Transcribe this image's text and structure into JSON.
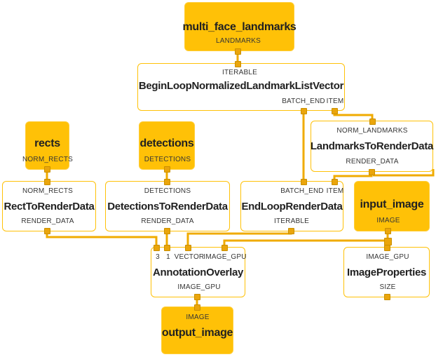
{
  "colors": {
    "node_fill_stream": "#FFC107",
    "node_border": "#FFC107",
    "edge": "#F0AB00",
    "port": "#EAA50B",
    "text": "#212121",
    "background": "#FFFFFF"
  },
  "nodes": {
    "multi_face_landmarks": {
      "title": "multi_face_landmarks",
      "output_ports": [
        "LANDMARKS"
      ]
    },
    "begin_loop": {
      "title": "BeginLoopNormalizedLandmarkListVector",
      "input_ports": [
        "ITERABLE"
      ],
      "output_ports": [
        "BATCH_END",
        "ITEM"
      ]
    },
    "rects": {
      "title": "rects",
      "output_ports": [
        "NORM_RECTS"
      ]
    },
    "detections": {
      "title": "detections",
      "output_ports": [
        "DETECTIONS"
      ]
    },
    "landmarks_to_render_data": {
      "title": "LandmarksToRenderData",
      "input_ports": [
        "NORM_LANDMARKS"
      ],
      "output_ports": [
        "RENDER_DATA"
      ]
    },
    "rect_to_render_data": {
      "title": "RectToRenderData",
      "input_ports": [
        "NORM_RECTS"
      ],
      "output_ports": [
        "RENDER_DATA"
      ]
    },
    "detections_to_render_data": {
      "title": "DetectionsToRenderData",
      "input_ports": [
        "DETECTIONS"
      ],
      "output_ports": [
        "RENDER_DATA"
      ]
    },
    "end_loop_render_data": {
      "title": "EndLoopRenderData",
      "input_ports": [
        "BATCH_END",
        "ITEM"
      ],
      "output_ports": [
        "ITERABLE"
      ]
    },
    "input_image": {
      "title": "input_image",
      "output_ports": [
        "IMAGE"
      ]
    },
    "annotation_overlay": {
      "title": "AnnotationOverlay",
      "input_ports": [
        "3",
        "1",
        "VECTOR",
        "IMAGE_GPU"
      ],
      "output_ports": [
        "IMAGE_GPU"
      ]
    },
    "image_properties": {
      "title": "ImageProperties",
      "input_ports": [
        "IMAGE_GPU"
      ],
      "output_ports": [
        "SIZE"
      ]
    },
    "output_image": {
      "title": "output_image",
      "input_ports": [
        "IMAGE"
      ]
    }
  },
  "edges": [
    {
      "from": "multi_face_landmarks:LANDMARKS",
      "to": "BeginLoopNormalizedLandmarkListVector:ITERABLE"
    },
    {
      "from": "BeginLoopNormalizedLandmarkListVector:BATCH_END",
      "to": "EndLoopRenderData:BATCH_END"
    },
    {
      "from": "BeginLoopNormalizedLandmarkListVector:ITEM",
      "to": "LandmarksToRenderData:NORM_LANDMARKS"
    },
    {
      "from": "LandmarksToRenderData:RENDER_DATA",
      "to": "EndLoopRenderData:ITEM"
    },
    {
      "from": "rects:NORM_RECTS",
      "to": "RectToRenderData:NORM_RECTS"
    },
    {
      "from": "detections:DETECTIONS",
      "to": "DetectionsToRenderData:DETECTIONS"
    },
    {
      "from": "RectToRenderData:RENDER_DATA",
      "to": "AnnotationOverlay:3"
    },
    {
      "from": "DetectionsToRenderData:RENDER_DATA",
      "to": "AnnotationOverlay:1"
    },
    {
      "from": "EndLoopRenderData:ITERABLE",
      "to": "AnnotationOverlay:VECTOR"
    },
    {
      "from": "input_image:IMAGE",
      "to": "AnnotationOverlay:IMAGE_GPU"
    },
    {
      "from": "input_image:IMAGE",
      "to": "ImageProperties:IMAGE_GPU"
    },
    {
      "from": "AnnotationOverlay:IMAGE_GPU",
      "to": "output_image:IMAGE"
    }
  ]
}
